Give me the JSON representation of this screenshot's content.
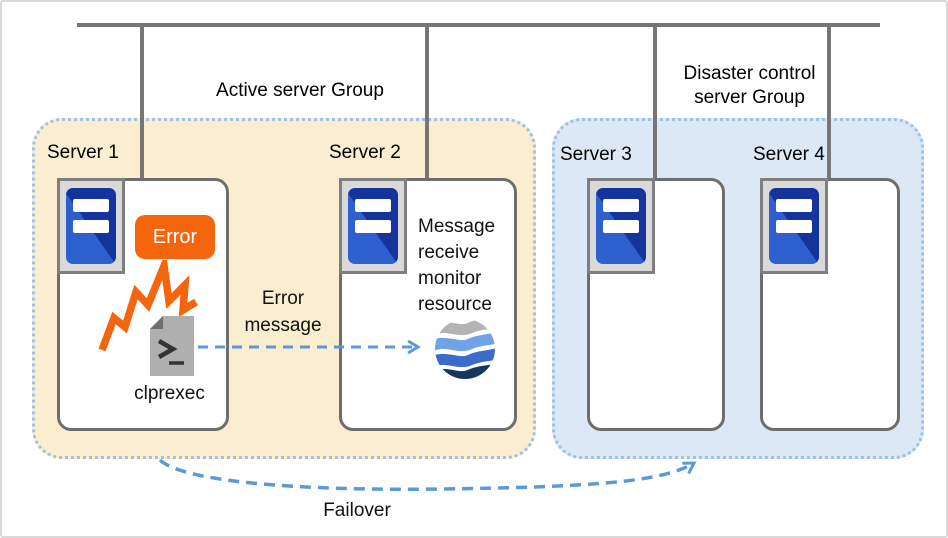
{
  "groups": {
    "active": {
      "label": "Active server Group"
    },
    "disaster": {
      "label": "Disaster control server Group"
    }
  },
  "servers": {
    "server1": {
      "label": "Server 1",
      "badge": "Error",
      "process_label": "clprexec"
    },
    "server2": {
      "label": "Server 2",
      "resource_label": "Message receive monitor resource"
    },
    "server3": {
      "label": "Server 3"
    },
    "server4": {
      "label": "Server 4"
    }
  },
  "annotations": {
    "error_message": "Error message",
    "failover": "Failover"
  },
  "icons": {
    "server": "server-icon",
    "error_spark": "error-spark-icon",
    "script_file": "script-file-icon",
    "monitor_resource": "globe-icon"
  },
  "colors": {
    "group_active_fill": "#FBEED0",
    "group_disaster_fill": "#DCE8F6",
    "group_dotted_border": "#9CC3E5",
    "network_line": "#767676",
    "server_box_border": "#6E6E6E",
    "server_icon_blue_light": "#2E5FCE",
    "server_icon_blue_dark": "#14339B",
    "error_orange": "#F4650D",
    "arrow_blue": "#5B9BD5",
    "globe_gray": "#B3B3B3",
    "globe_light_blue": "#6FA3E8",
    "globe_mid_blue": "#3B6CC8",
    "globe_navy": "#17365D",
    "file_gray": "#AFAFAF"
  }
}
